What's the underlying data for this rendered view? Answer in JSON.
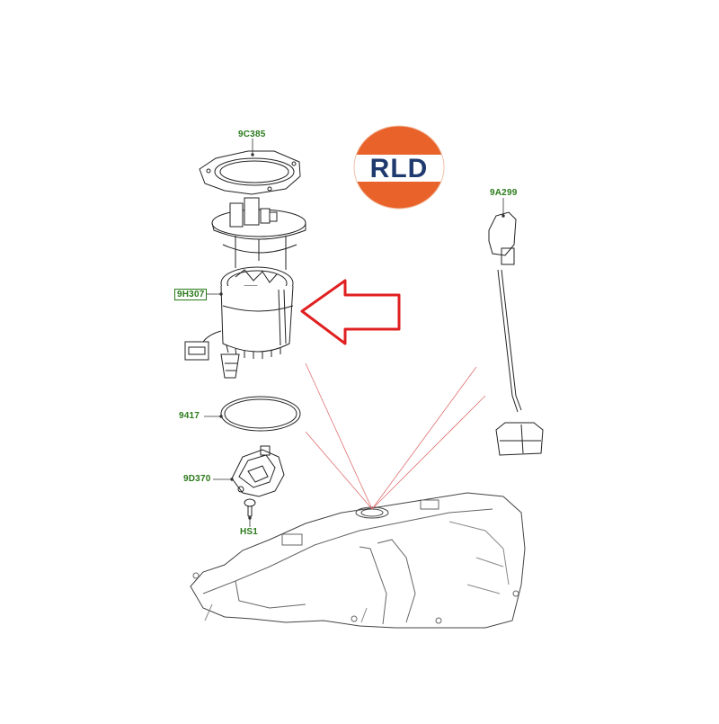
{
  "logo": {
    "text": "RLD",
    "top_color": "#e8622a",
    "bottom_color": "#e8622a",
    "band_color": "#ffffff",
    "text_color": "#1e3a6e"
  },
  "labels": {
    "gasket": "9C385",
    "pump_module": "9H307",
    "o_ring": "9417",
    "bracket": "9D370",
    "screw": "HS1",
    "level_sender": "9A299"
  },
  "colors": {
    "label": "#2a7a1a",
    "arrow": "#e02020",
    "lines": "#222222",
    "guide": "#e07070"
  }
}
